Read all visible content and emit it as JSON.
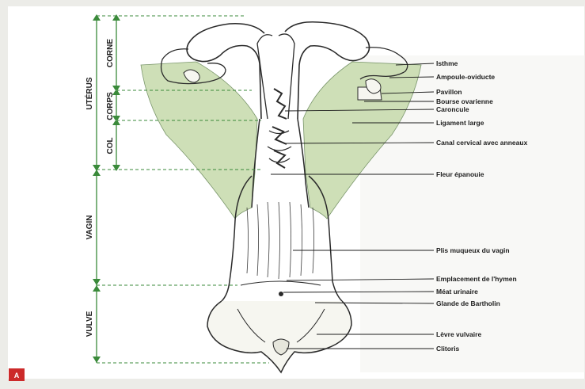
{
  "figure": {
    "badge": "A",
    "bracket_color": "#3a8a3a",
    "ligament_color": "#c9dcb0",
    "drawing_color": "#2a2a2a"
  },
  "regions": [
    {
      "id": "uterus",
      "label": "UTÉRUS"
    },
    {
      "id": "vagina",
      "label": "VAGIN"
    },
    {
      "id": "vulva",
      "label": "VULVE"
    }
  ],
  "subregions": [
    {
      "id": "corne",
      "label": "CORNE"
    },
    {
      "id": "corps",
      "label": "CORPS"
    },
    {
      "id": "col",
      "label": "COL"
    }
  ],
  "labels": [
    "Isthme",
    "Ampoule-oviducte",
    "Pavillon",
    "Bourse ovarienne",
    "Caroncule",
    "Ligament large",
    "Canal cervical avec anneaux",
    "Fleur épanouie",
    "Plis muqueux du vagin",
    "Emplacement de l'hymen",
    "Méat urinaire",
    "Glande de Bartholin",
    "Lèvre vulvaire",
    "Clitoris"
  ]
}
